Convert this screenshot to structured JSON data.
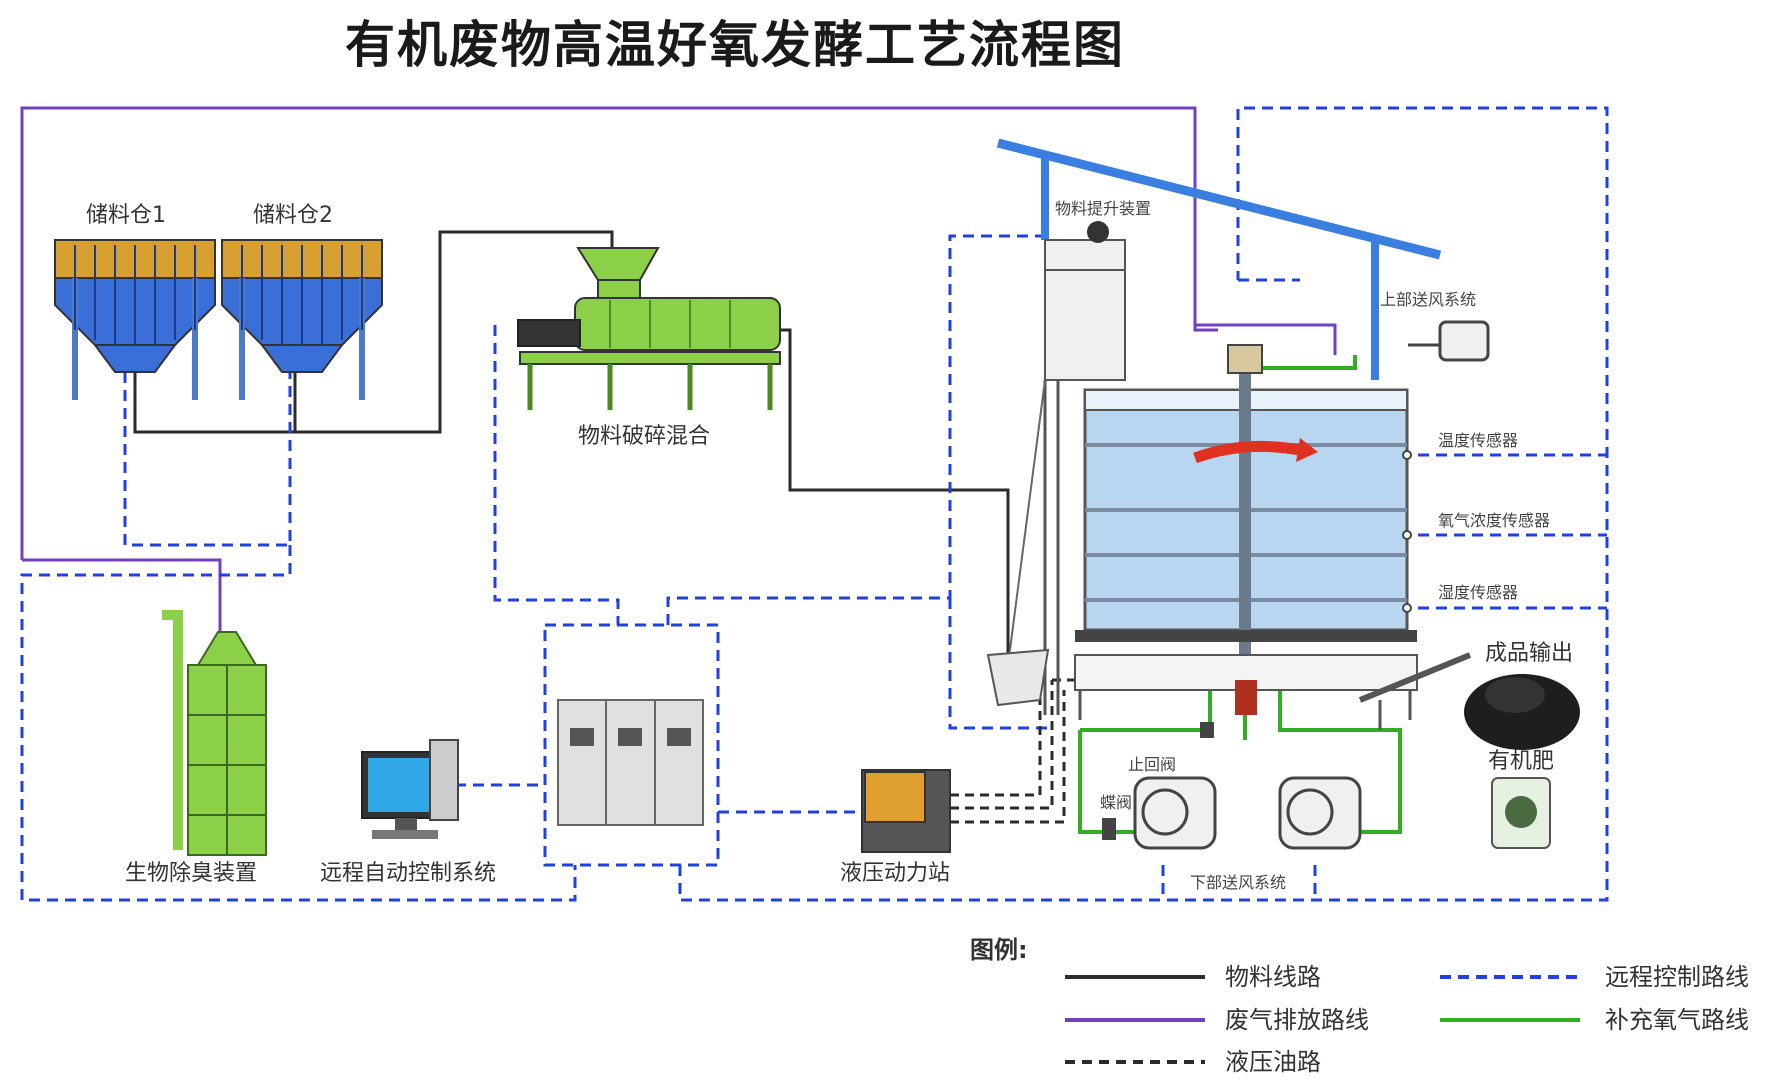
{
  "title": "有机废物高温好氧发酵工艺流程图",
  "colors": {
    "material": "#2b2b2b",
    "exhaust": "#7040c0",
    "control": "#2040e0",
    "oxygen": "#30b020",
    "hydraulic": "#2b2b2b"
  },
  "labels": {
    "silo1": "储料仓1",
    "silo2": "储料仓2",
    "mixer": "物料破碎混合",
    "lifter": "物料提升装置",
    "upper_air": "上部送风系统",
    "temp_sensor": "温度传感器",
    "oxygen_sensor": "氧气浓度传感器",
    "humidity_sensor": "湿度传感器",
    "product_out": "成品输出",
    "fertilizer": "有机肥",
    "check_valve": "止回阀",
    "butterfly_valve": "蝶阀",
    "lower_air": "下部送风系统",
    "deodorizer": "生物除臭装置",
    "remote_control": "远程自动控制系统",
    "hydraulic_station": "液压动力站"
  },
  "legend": {
    "heading": "图例:",
    "items": [
      {
        "key": "material",
        "label": "物料线路",
        "style": "solid"
      },
      {
        "key": "exhaust",
        "label": "废气排放路线",
        "style": "solid"
      },
      {
        "key": "hydraulic",
        "label": "液压油路",
        "style": "dashed"
      },
      {
        "key": "control",
        "label": "远程控制路线",
        "style": "dashed"
      },
      {
        "key": "oxygen",
        "label": "补充氧气路线",
        "style": "solid"
      }
    ]
  }
}
